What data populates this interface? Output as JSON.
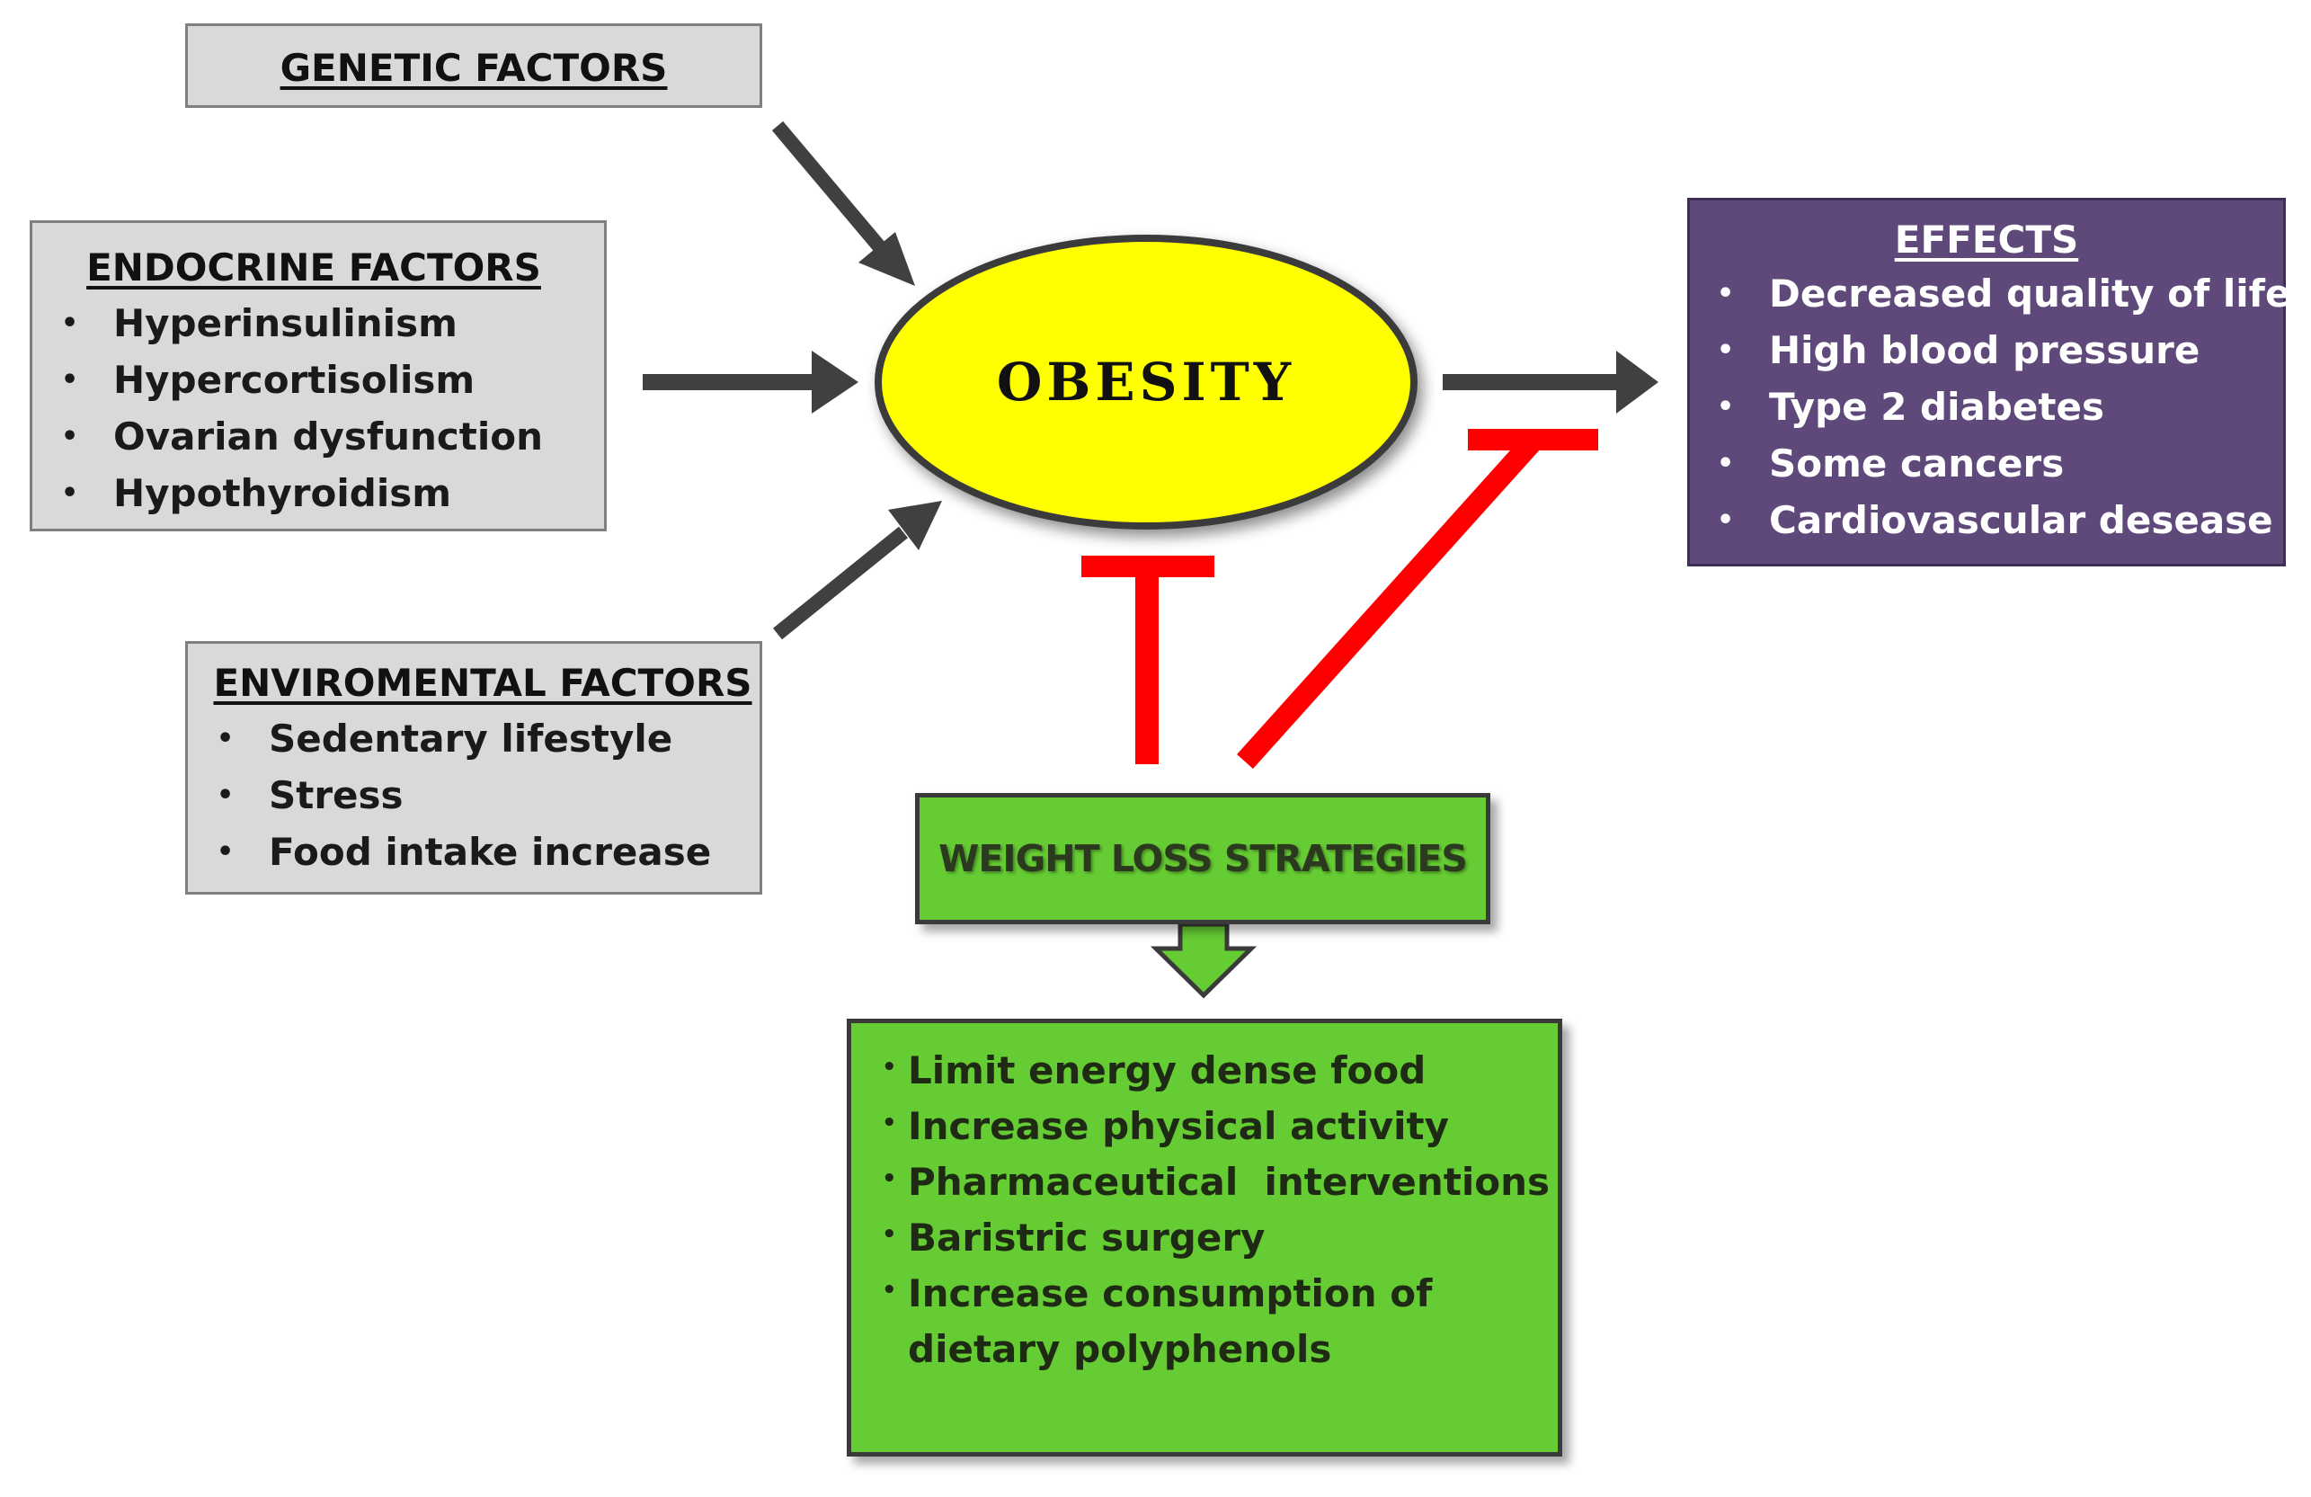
{
  "colors": {
    "factor_box_fill": "#d9d9d9",
    "effects_box_fill": "#5f497a",
    "obesity_fill": "#ffff00",
    "strategy_fill": "#66cc33",
    "inhibit_line": "#ff0000",
    "arrow": "#404040"
  },
  "genetic": {
    "title": "GENETIC FACTORS"
  },
  "endocrine": {
    "title": "ENDOCRINE FACTORS",
    "items": [
      "Hyperinsulinism",
      "Hypercortisolism",
      "Ovarian dysfunction",
      "Hypothyroidism"
    ]
  },
  "environmental": {
    "title": "ENVIROMENTAL FACTORS",
    "items": [
      "Sedentary lifestyle",
      "Stress",
      "Food intake increase"
    ]
  },
  "center": {
    "label": "OBESITY"
  },
  "effects": {
    "title": "EFFECTS",
    "items": [
      "Decreased quality of life",
      "High blood pressure",
      "Type 2 diabetes",
      "Some cancers",
      "Cardiovascular desease"
    ]
  },
  "weight_loss": {
    "label": "WEIGHT LOSS STRATEGIES"
  },
  "strategies": {
    "items": [
      "Limit energy dense food",
      "Increase physical activity",
      "Pharmaceutical  interventions",
      "Baristric surgery",
      "Increase consumption of dietary polyphenols"
    ]
  }
}
